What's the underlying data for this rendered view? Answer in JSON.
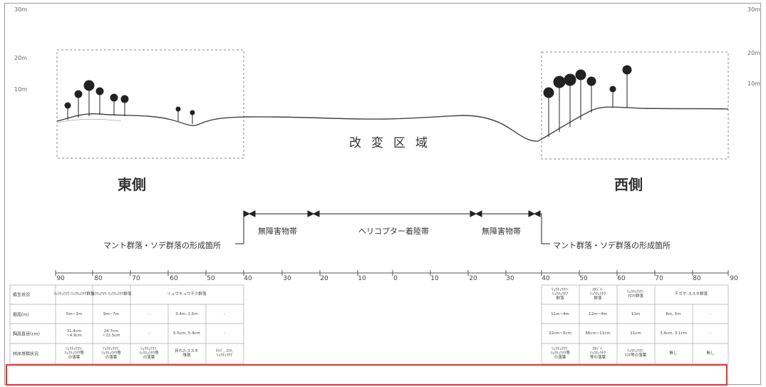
{
  "y_axis": {
    "left": [
      "30m",
      "20m",
      "10m"
    ],
    "right": [
      "30m",
      "20m",
      "10m"
    ]
  },
  "zones": {
    "center": "改変区域",
    "east": "東側",
    "west": "西側"
  },
  "bands": {
    "mantle_left": "マント群落・ソデ群落の形成箇所",
    "no_obstacle_left": "無障害物帯",
    "heliport": "ヘリコプター着陸帯",
    "no_obstacle_right": "無障害物帯",
    "mantle_right": "マント群落・ソデ群落の形成箇所"
  },
  "scale_ticks": [
    "90",
    "80",
    "70",
    "60",
    "50",
    "40",
    "30",
    "20",
    "10",
    "0",
    "10",
    "20",
    "30",
    "40",
    "50",
    "60",
    "70",
    "80",
    "90"
  ],
  "table": {
    "row_headers": [
      "植生状況",
      "樹高(m)",
      "胸高直径(cm)",
      "林床堆積状況"
    ],
    "east_rows": [
      [
        "ﾘｭｳｷｭｳﾏﾂ-ﾘｭｳｷｭｳﾁｸ群落",
        "ﾘｭｳｷｭｳﾏﾂ-ﾘｭｳｷｭｳﾁｸ群落",
        "リュウキュウチク群落",
        "",
        ""
      ],
      [
        "5m~3m",
        "9m~7m",
        "-",
        "3.4m, 2.6m",
        "-"
      ],
      [
        "31.4cm\n~4.9cm",
        "24.7cm\n~22.5cm",
        "-",
        "5.5cm, 5.4cm",
        "-"
      ],
      [
        "ﾘｭｳｷｭｳﾏﾂ,\nﾘｭｳｷｭｳﾁｸ等\nの落葉",
        "ﾘｭｳｷｭｳﾏﾂ,\nﾘｭｳｷｭｳﾁｸ等\nの落葉",
        "ﾘｭｳｷｭｳﾏﾂ,\nﾘｭｳｷｭｳﾁｸ等\nの落葉",
        "折れたススキ\n堆積",
        "ﾎｿﾊﾞ, ｽｽｷ,\nﾘｭｳｷｭｳﾁｸ"
      ]
    ],
    "west_rows": [
      [
        "ﾘｭｳｷｭｳﾏﾂ-\nﾘｭｳｷｭｳﾁｸ\n群落",
        "ｽﾀｼﾞｲ-\nﾘｭｳｷｭｳﾁｸ\n群落",
        "ﾘｭｳｷｭｳﾏﾂ-\nｸﾛﾏﾂ群落",
        "チガヤ-ススキ群落",
        ""
      ],
      [
        "11m~4m",
        "12m~4m",
        "11m",
        "6m, 5m",
        "-"
      ],
      [
        "32cm~5cm",
        "56cm~11cm",
        "11cm",
        "3.4cm, 3.1cm",
        "-"
      ],
      [
        "ﾘｭｳｷｭｳﾏﾂ,\nﾘｭｳｷｭｳﾁｸ等\nの落葉",
        "ｽﾀｼﾞｲ,\nﾘｭｳｷｭｳﾁｸ\n等の落葉",
        "ﾘｭｳｷｭｳﾏﾂ,\nｽｽｷ等の落葉",
        "無し",
        "無し"
      ]
    ]
  }
}
